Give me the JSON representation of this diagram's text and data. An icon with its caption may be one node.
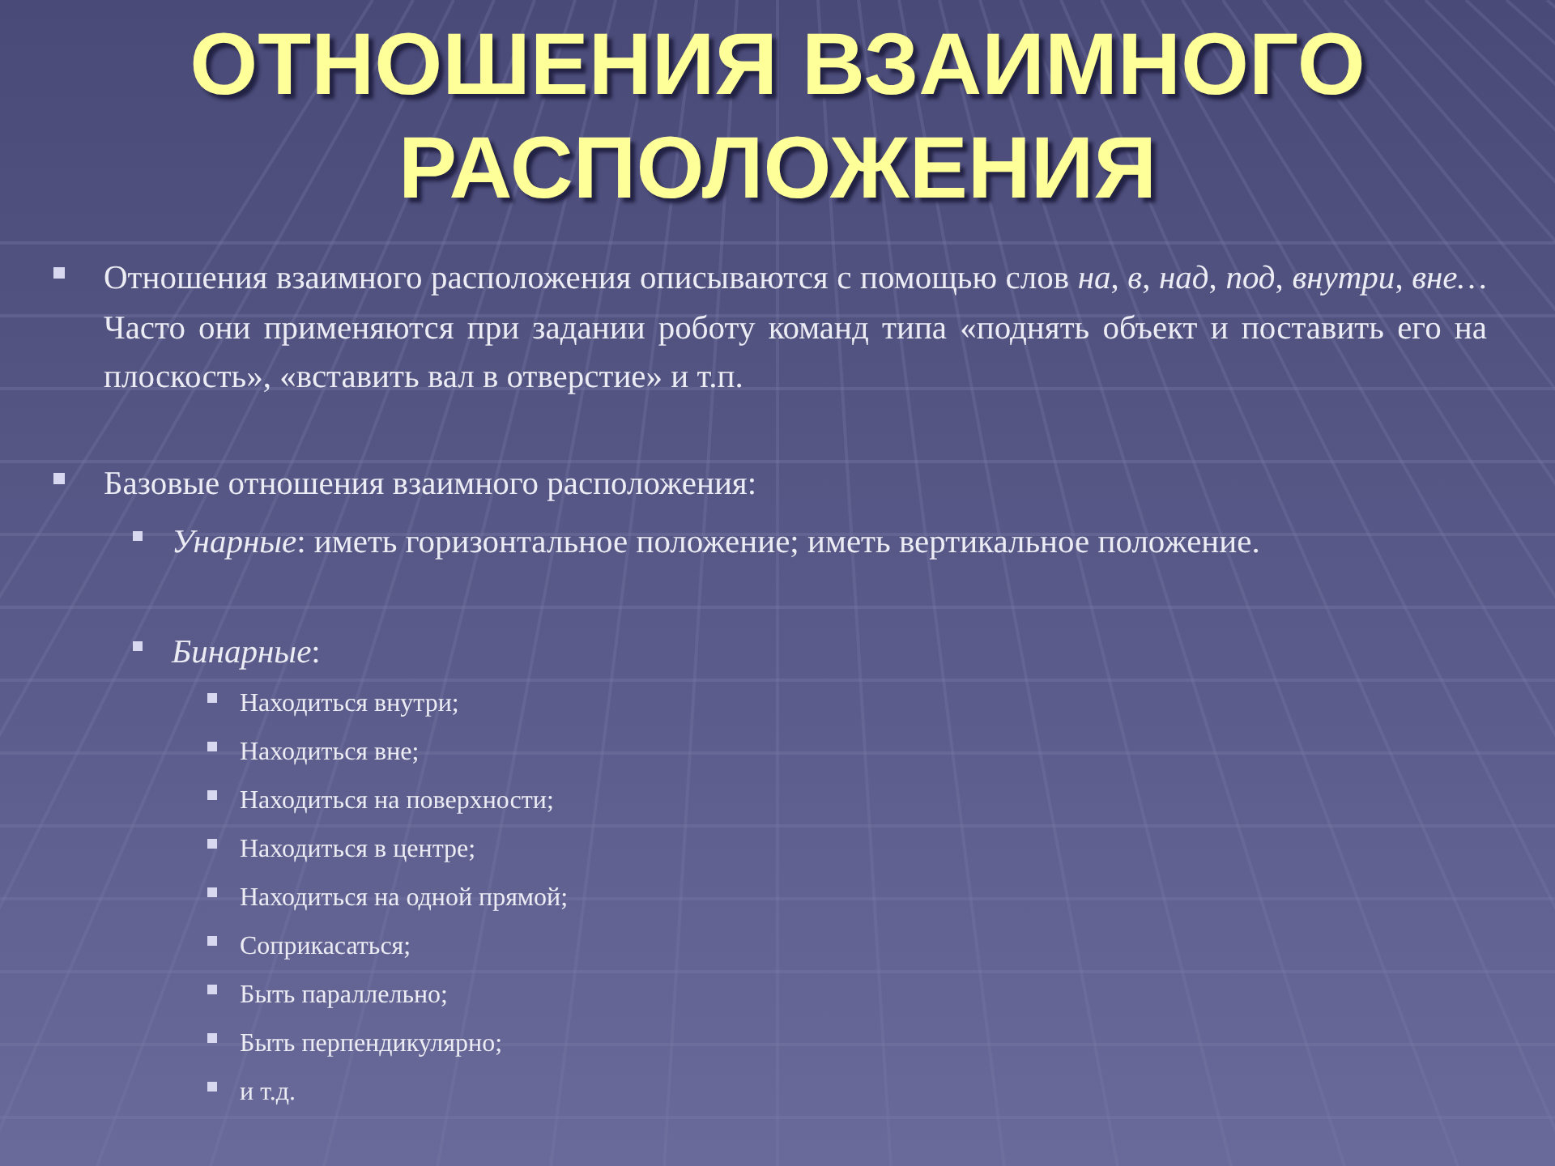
{
  "diagram": {
    "title": "ОТНОШЕНИЯ ВЗАИМНОГО РАСПОЛОЖЕНИЯ",
    "labels": [
      "Отношения взаимного расположения описываются с помощью слов *на*, *в*, *над*, *под*, *внутри*, *вне…* Часто они применяются при задании роботу команд типа «поднять объект и поставить его на плоскость», «вставить вал в отверстие» и т.п.",
      "Базовые отношения взаимного расположения:",
      "*Унарные*: иметь горизонтальное положение; иметь вертикальное положение.",
      "*Бинарные*:",
      "Находиться внутри;",
      "Находиться вне;",
      "Находиться на поверхности;",
      "Находиться в центре;",
      "Находиться на одной прямой;",
      "Соприкасаться;",
      "Быть параллельно;",
      "Быть перпендикулярно;",
      "и т.д."
    ]
  }
}
